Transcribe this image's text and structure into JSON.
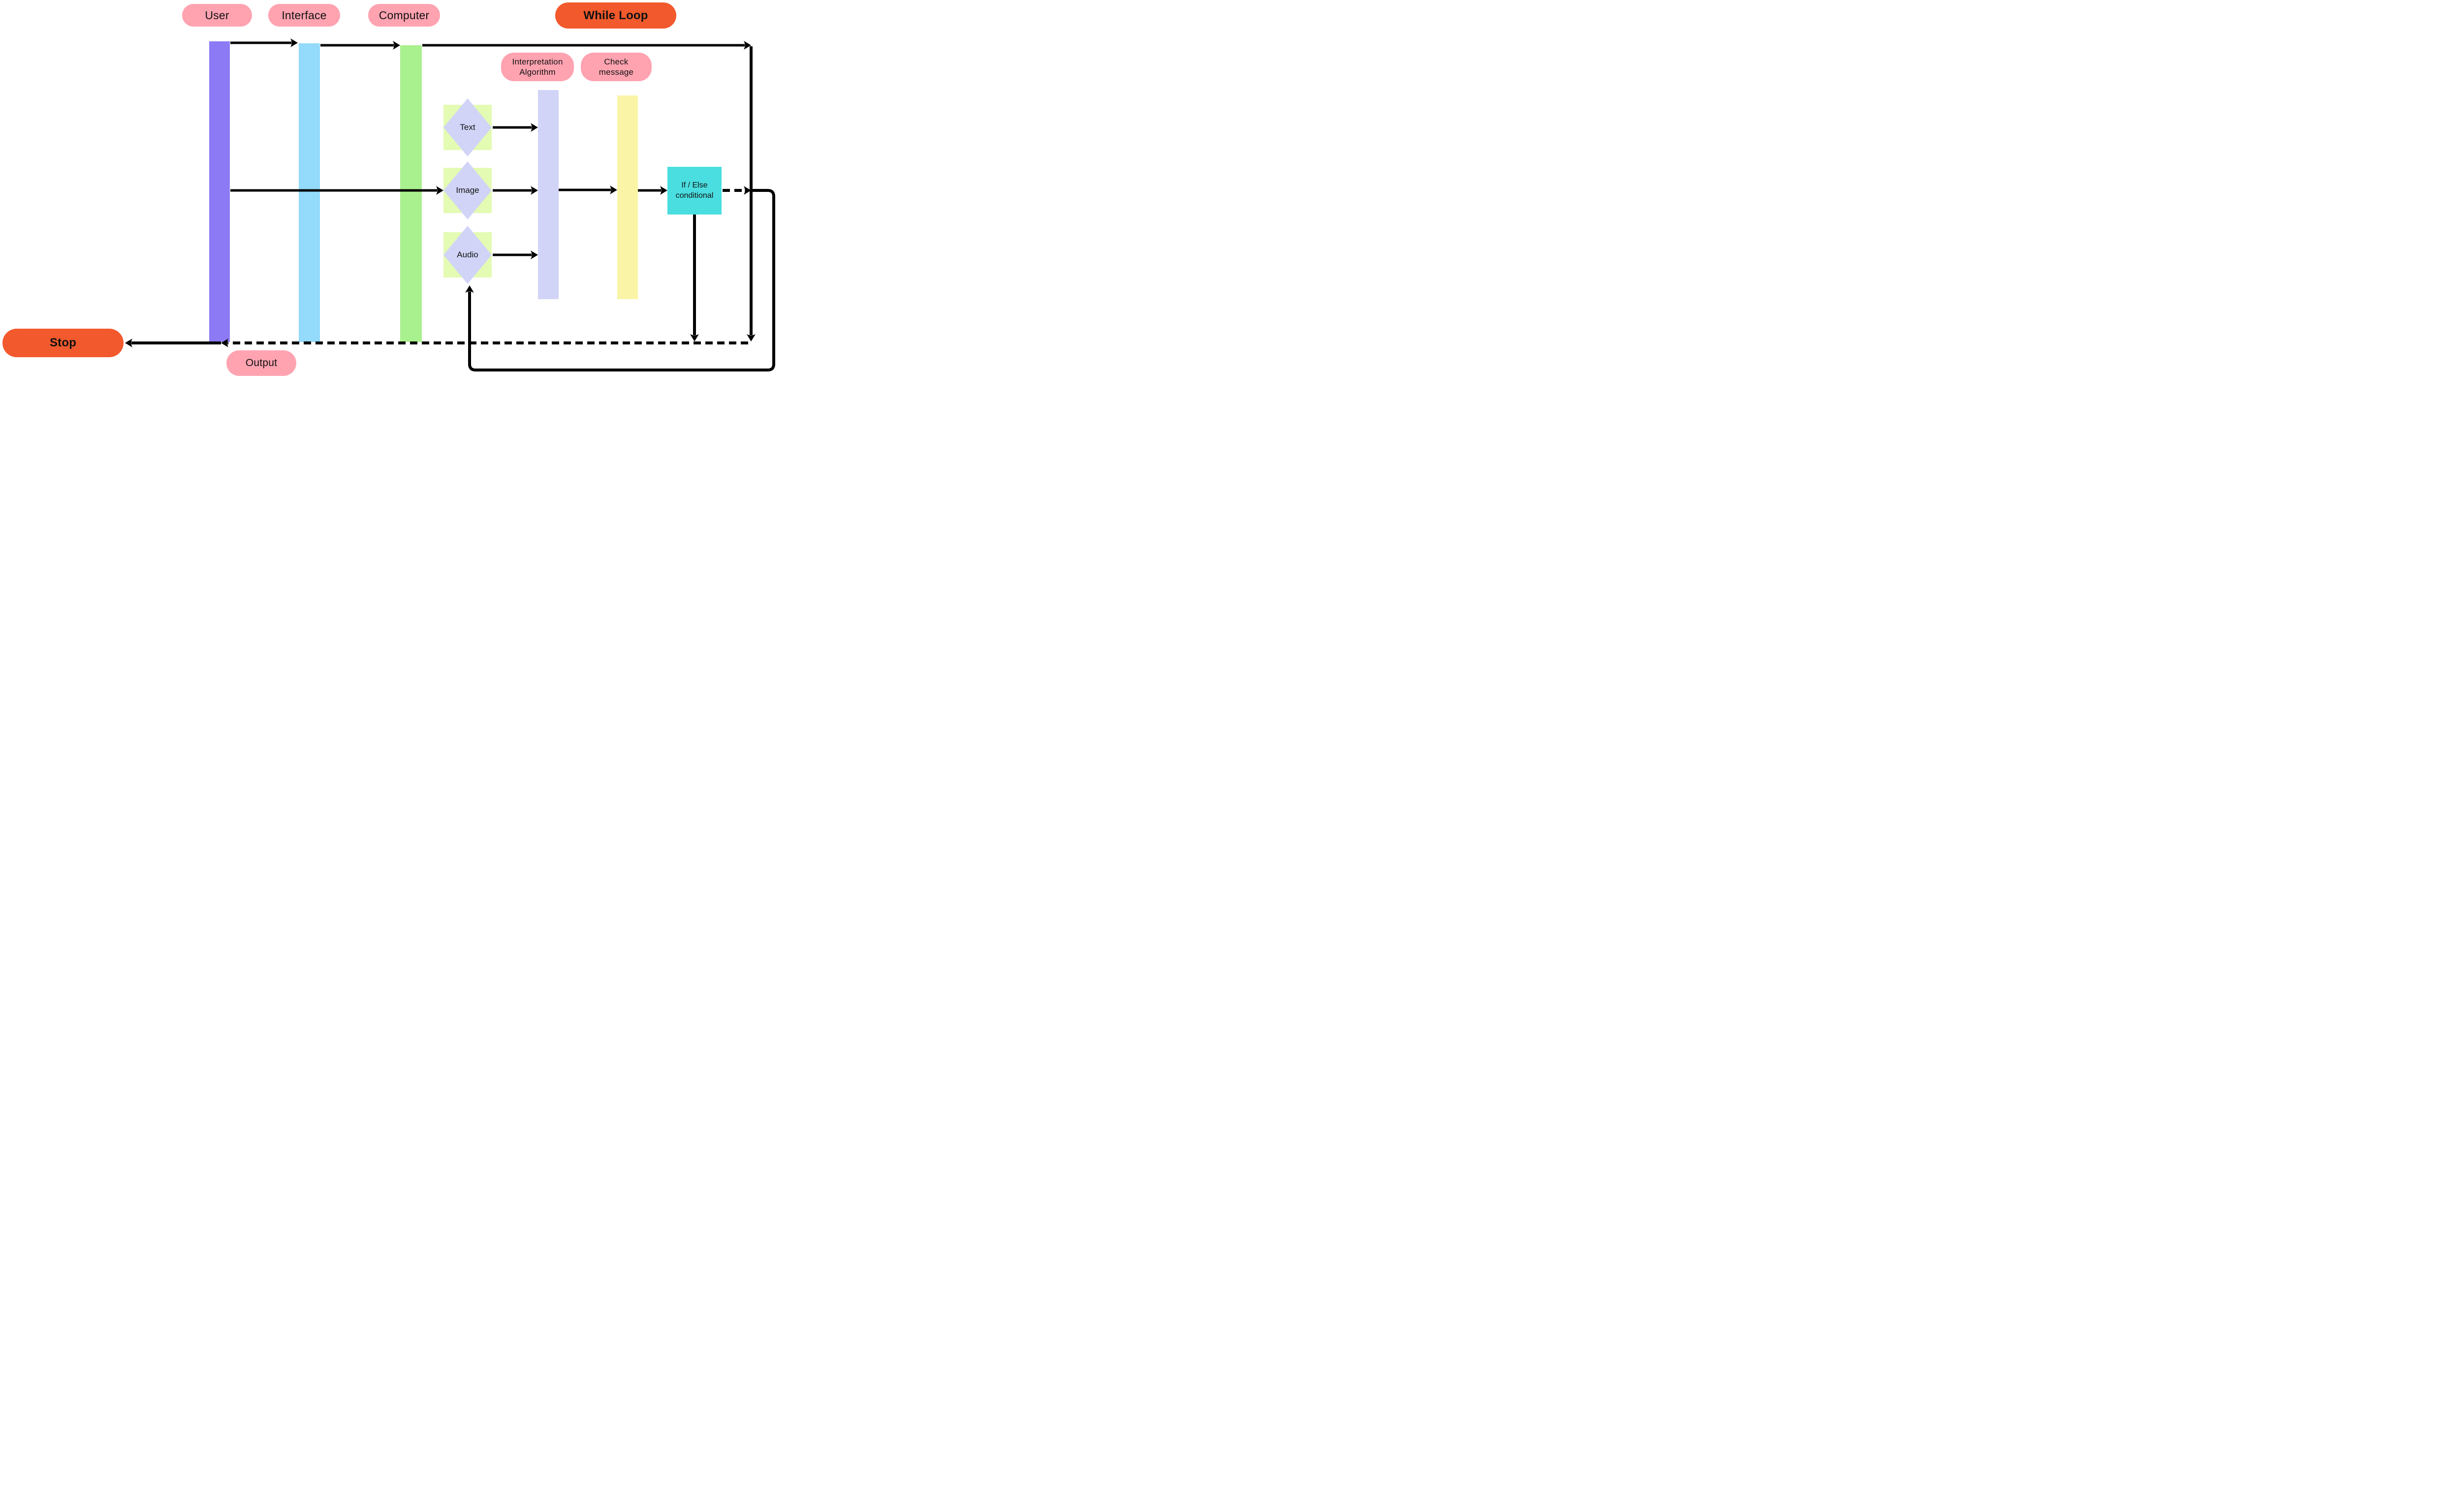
{
  "diagram": {
    "actors": [
      {
        "id": "user",
        "label": "User"
      },
      {
        "id": "interface",
        "label": "Interface"
      },
      {
        "id": "computer",
        "label": "Computer"
      }
    ],
    "loop": {
      "label": "While Loop"
    },
    "processes": [
      {
        "id": "interpretation-algorithm",
        "label": "Interpretation\nAlgorithm"
      },
      {
        "id": "check-message",
        "label": "Check\nmessage"
      }
    ],
    "modalities": [
      {
        "id": "text",
        "label": "Text"
      },
      {
        "id": "image",
        "label": "Image"
      },
      {
        "id": "audio",
        "label": "Audio"
      }
    ],
    "conditional": {
      "label": "If / Else\nconditional"
    },
    "terminals": {
      "stop": "Stop",
      "output": "Output"
    }
  },
  "colors": {
    "pink": "#FFA3B1",
    "orange": "#F2592C",
    "purple": "#8C7AF4",
    "blue": "#93DAFB",
    "green": "#A9F08E",
    "square_green": "#E3FBB2",
    "lavender": "#D1D4F7",
    "yellow": "#FAF5A6",
    "cyan": "#4ADEE0",
    "line": "#000000"
  }
}
